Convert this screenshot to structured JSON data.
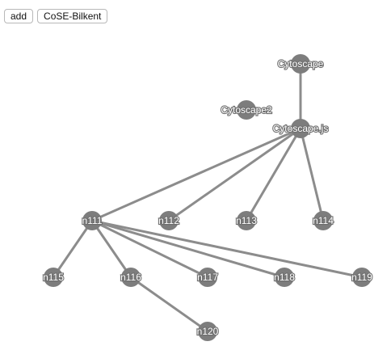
{
  "toolbar": {
    "add_label": "add",
    "layout_label": "CoSE-Bilkent"
  },
  "graph": {
    "colors": {
      "node": "#7d7d7d",
      "edge": "#8c8c8c",
      "label_text": "#ffffff"
    },
    "nodes": [
      {
        "id": "cytoscape",
        "label": "Cytoscape"
      },
      {
        "id": "cytoscape2",
        "label": "Cytoscape2"
      },
      {
        "id": "cytoscapejs",
        "label": "Cytoscape.js"
      },
      {
        "id": "n111",
        "label": "n111"
      },
      {
        "id": "n112",
        "label": "n112"
      },
      {
        "id": "n113",
        "label": "n113"
      },
      {
        "id": "n114",
        "label": "n114"
      },
      {
        "id": "n115",
        "label": "n115"
      },
      {
        "id": "n116",
        "label": "n116"
      },
      {
        "id": "n117",
        "label": "n117"
      },
      {
        "id": "n118",
        "label": "n118"
      },
      {
        "id": "n119",
        "label": "n119"
      },
      {
        "id": "n120",
        "label": "n120"
      }
    ],
    "edges": [
      {
        "source": "cytoscape",
        "target": "cytoscapejs"
      },
      {
        "source": "cytoscapejs",
        "target": "n111"
      },
      {
        "source": "cytoscapejs",
        "target": "n112"
      },
      {
        "source": "cytoscapejs",
        "target": "n113"
      },
      {
        "source": "cytoscapejs",
        "target": "n114"
      },
      {
        "source": "n111",
        "target": "n115"
      },
      {
        "source": "n111",
        "target": "n116"
      },
      {
        "source": "n111",
        "target": "n117"
      },
      {
        "source": "n111",
        "target": "n118"
      },
      {
        "source": "n111",
        "target": "n119"
      },
      {
        "source": "n116",
        "target": "n120"
      }
    ]
  }
}
